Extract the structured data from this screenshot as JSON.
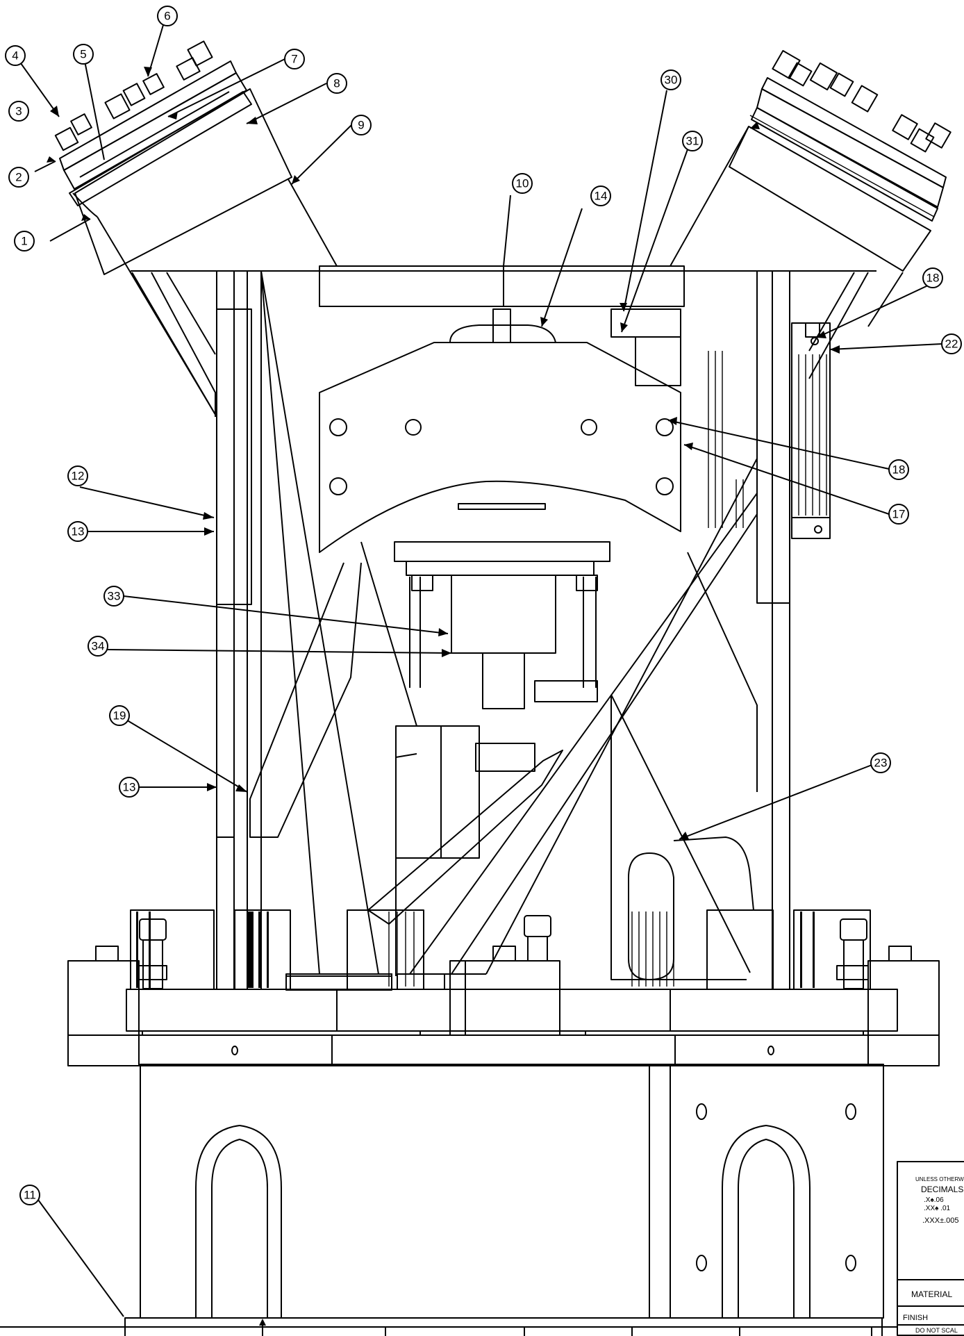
{
  "balloons": [
    {
      "id": "b1",
      "label": "1"
    },
    {
      "id": "b2",
      "label": "2"
    },
    {
      "id": "b3",
      "label": "3"
    },
    {
      "id": "b4",
      "label": "4"
    },
    {
      "id": "b5",
      "label": "5"
    },
    {
      "id": "b6",
      "label": "6"
    },
    {
      "id": "b7",
      "label": "7"
    },
    {
      "id": "b8",
      "label": "8"
    },
    {
      "id": "b9",
      "label": "9"
    },
    {
      "id": "b10",
      "label": "10"
    },
    {
      "id": "b14",
      "label": "14"
    },
    {
      "id": "b30",
      "label": "30"
    },
    {
      "id": "b31",
      "label": "31"
    },
    {
      "id": "b18a",
      "label": "18"
    },
    {
      "id": "b22",
      "label": "22"
    },
    {
      "id": "b18b",
      "label": "18"
    },
    {
      "id": "b17",
      "label": "17"
    },
    {
      "id": "b12",
      "label": "12"
    },
    {
      "id": "b13a",
      "label": "13"
    },
    {
      "id": "b33",
      "label": "33"
    },
    {
      "id": "b34",
      "label": "34"
    },
    {
      "id": "b19",
      "label": "19"
    },
    {
      "id": "b13b",
      "label": "13"
    },
    {
      "id": "b23",
      "label": "23"
    },
    {
      "id": "b11",
      "label": "11"
    }
  ],
  "title_block": {
    "tolerance_header": "UNLESS OTHERWI",
    "decimals_label": "DECIMALS",
    "tol_x": ".X♠.06",
    "tol_xx": ".XX♠ .01",
    "tol_xxx": ".XXX±.005",
    "material_label": "MATERIAL",
    "finish_label": "FINISH",
    "do_not_scale": "DO NOT SCAL"
  }
}
